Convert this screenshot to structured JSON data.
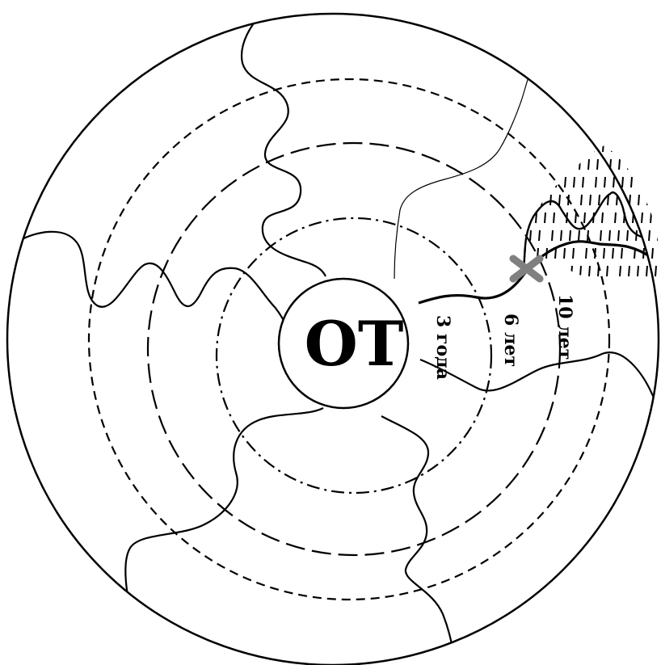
{
  "diagram": {
    "center_label": "ОТ",
    "rings": [
      {
        "label": "3 года",
        "style": "dash-dot"
      },
      {
        "label": "6 лет",
        "style": "long-dash"
      },
      {
        "label": "10 лет",
        "style": "short-dash"
      }
    ],
    "marker_icon": "cross-marker-icon",
    "colors": {
      "line": "#000000",
      "marker": "#808080",
      "background": "#ffffff"
    }
  }
}
